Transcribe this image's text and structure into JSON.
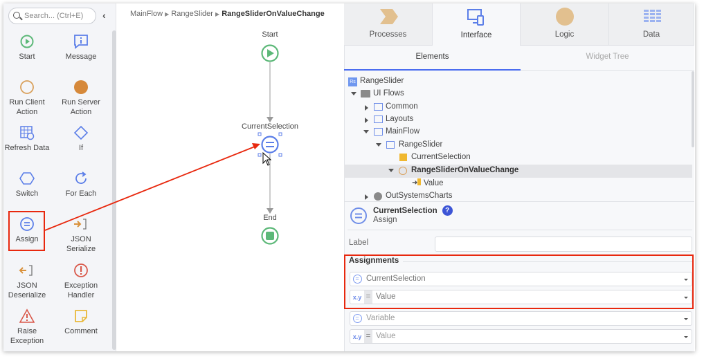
{
  "palette": {
    "search_placeholder": "Search... (Ctrl+E)",
    "items": [
      {
        "label": "Start",
        "icon": "start-icon"
      },
      {
        "label": "Message",
        "icon": "message-icon"
      },
      {
        "label": "Run Client Action",
        "icon": "run-client-action-icon"
      },
      {
        "label": "Run Server Action",
        "icon": "run-server-action-icon"
      },
      {
        "label": "Refresh Data",
        "icon": "refresh-data-icon"
      },
      {
        "label": "If",
        "icon": "if-icon"
      },
      {
        "label": "Switch",
        "icon": "switch-icon"
      },
      {
        "label": "For Each",
        "icon": "for-each-icon"
      },
      {
        "label": "Assign",
        "icon": "assign-icon"
      },
      {
        "label": "JSON Serialize",
        "icon": "json-serialize-icon"
      },
      {
        "label": "JSON Deserialize",
        "icon": "json-deserialize-icon"
      },
      {
        "label": "Exception Handler",
        "icon": "exception-handler-icon"
      },
      {
        "label": "Raise Exception",
        "icon": "raise-exception-icon"
      },
      {
        "label": "Comment",
        "icon": "comment-icon"
      }
    ]
  },
  "canvas": {
    "breadcrumb": [
      "MainFlow",
      "RangeSlider",
      "RangeSliderOnValueChange"
    ],
    "nodes": {
      "start": "Start",
      "assign": "CurrentSelection",
      "end": "End"
    }
  },
  "right": {
    "top_tabs": [
      "Processes",
      "Interface",
      "Logic",
      "Data"
    ],
    "active_top_tab": "Interface",
    "sub_tabs": [
      "Elements",
      "Widget Tree"
    ],
    "tree": [
      "RangeSlider",
      "UI Flows",
      "Common",
      "Layouts",
      "MainFlow",
      "RangeSlider",
      "CurrentSelection",
      "RangeSliderOnValueChange",
      "Value",
      "OutSystemsCharts"
    ],
    "props": {
      "title": "CurrentSelection",
      "subtitle": "Assign",
      "label_label": "Label",
      "label_value": "",
      "assignments_heading": "Assignments",
      "xy": "x.y",
      "eq": "=",
      "rows": [
        {
          "variable": "CurrentSelection",
          "value": "Value"
        },
        {
          "variable": "Variable",
          "value": "Value"
        }
      ]
    }
  },
  "colors": {
    "accent": "#4a6cf0",
    "highlight": "#e8280e",
    "start_green": "#5cb878",
    "client_action": "#d9a05b",
    "server_action": "#d6893b"
  }
}
